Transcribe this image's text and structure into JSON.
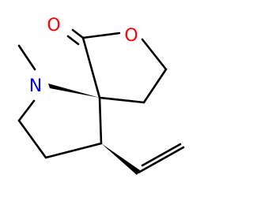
{
  "molecule": {
    "atoms": [
      {
        "id": "O_carbonyl",
        "symbol": "O",
        "color": "#ff0000"
      },
      {
        "id": "O_ring",
        "symbol": "O",
        "color": "#ff0000"
      },
      {
        "id": "N",
        "symbol": "N",
        "color": "#0000ff"
      }
    ],
    "bond_color": "#000000"
  }
}
